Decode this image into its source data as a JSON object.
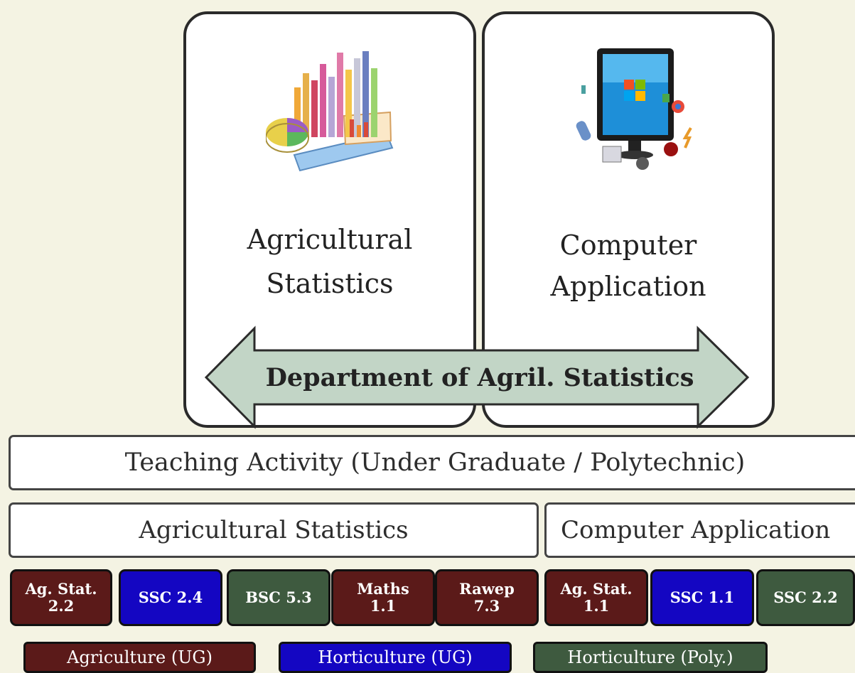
{
  "panels": {
    "left_title": "Agricultural Statistics",
    "right_title": "Computer Application",
    "left_icon": "statistics-charts-illustration",
    "right_icon": "computer-monitor-illustration"
  },
  "department_arrow": {
    "label": "Department of Agril. Statistics"
  },
  "teaching_bar": "Teaching Activity (Under Graduate / Polytechnic)",
  "sections": {
    "agri_stats": "Agricultural Statistics",
    "comp_app": "Computer Application"
  },
  "courses": [
    {
      "label": "Ag. Stat.\n2.2",
      "group": "Agriculture (UG)"
    },
    {
      "label": "SSC 2.4",
      "group": "Horticulture (UG)"
    },
    {
      "label": "BSC 5.3",
      "group": "Horticulture (Poly.)"
    },
    {
      "label": "Maths\n1.1",
      "group": "Agriculture (UG)"
    },
    {
      "label": "Rawep\n7.3",
      "group": "Agriculture (UG)"
    },
    {
      "label": "Ag. Stat.\n1.1",
      "group": "Agriculture (UG)"
    },
    {
      "label": "SSC 1.1",
      "group": "Horticulture (UG)"
    },
    {
      "label": "SSC 2.2",
      "group": "Horticulture (Poly.)"
    }
  ],
  "legend": [
    {
      "label": "Agriculture (UG)",
      "color": "#5b1a19"
    },
    {
      "label": "Horticulture (UG)",
      "color": "#1406c2"
    },
    {
      "label": "Horticulture (Poly.)",
      "color": "#3e5a3f"
    }
  ],
  "colors": {
    "background": "#f4f3e3",
    "arrow_fill": "#c2d5c6",
    "maroon": "#5b1a19",
    "blue": "#1406c2",
    "green": "#3e5a3f"
  }
}
